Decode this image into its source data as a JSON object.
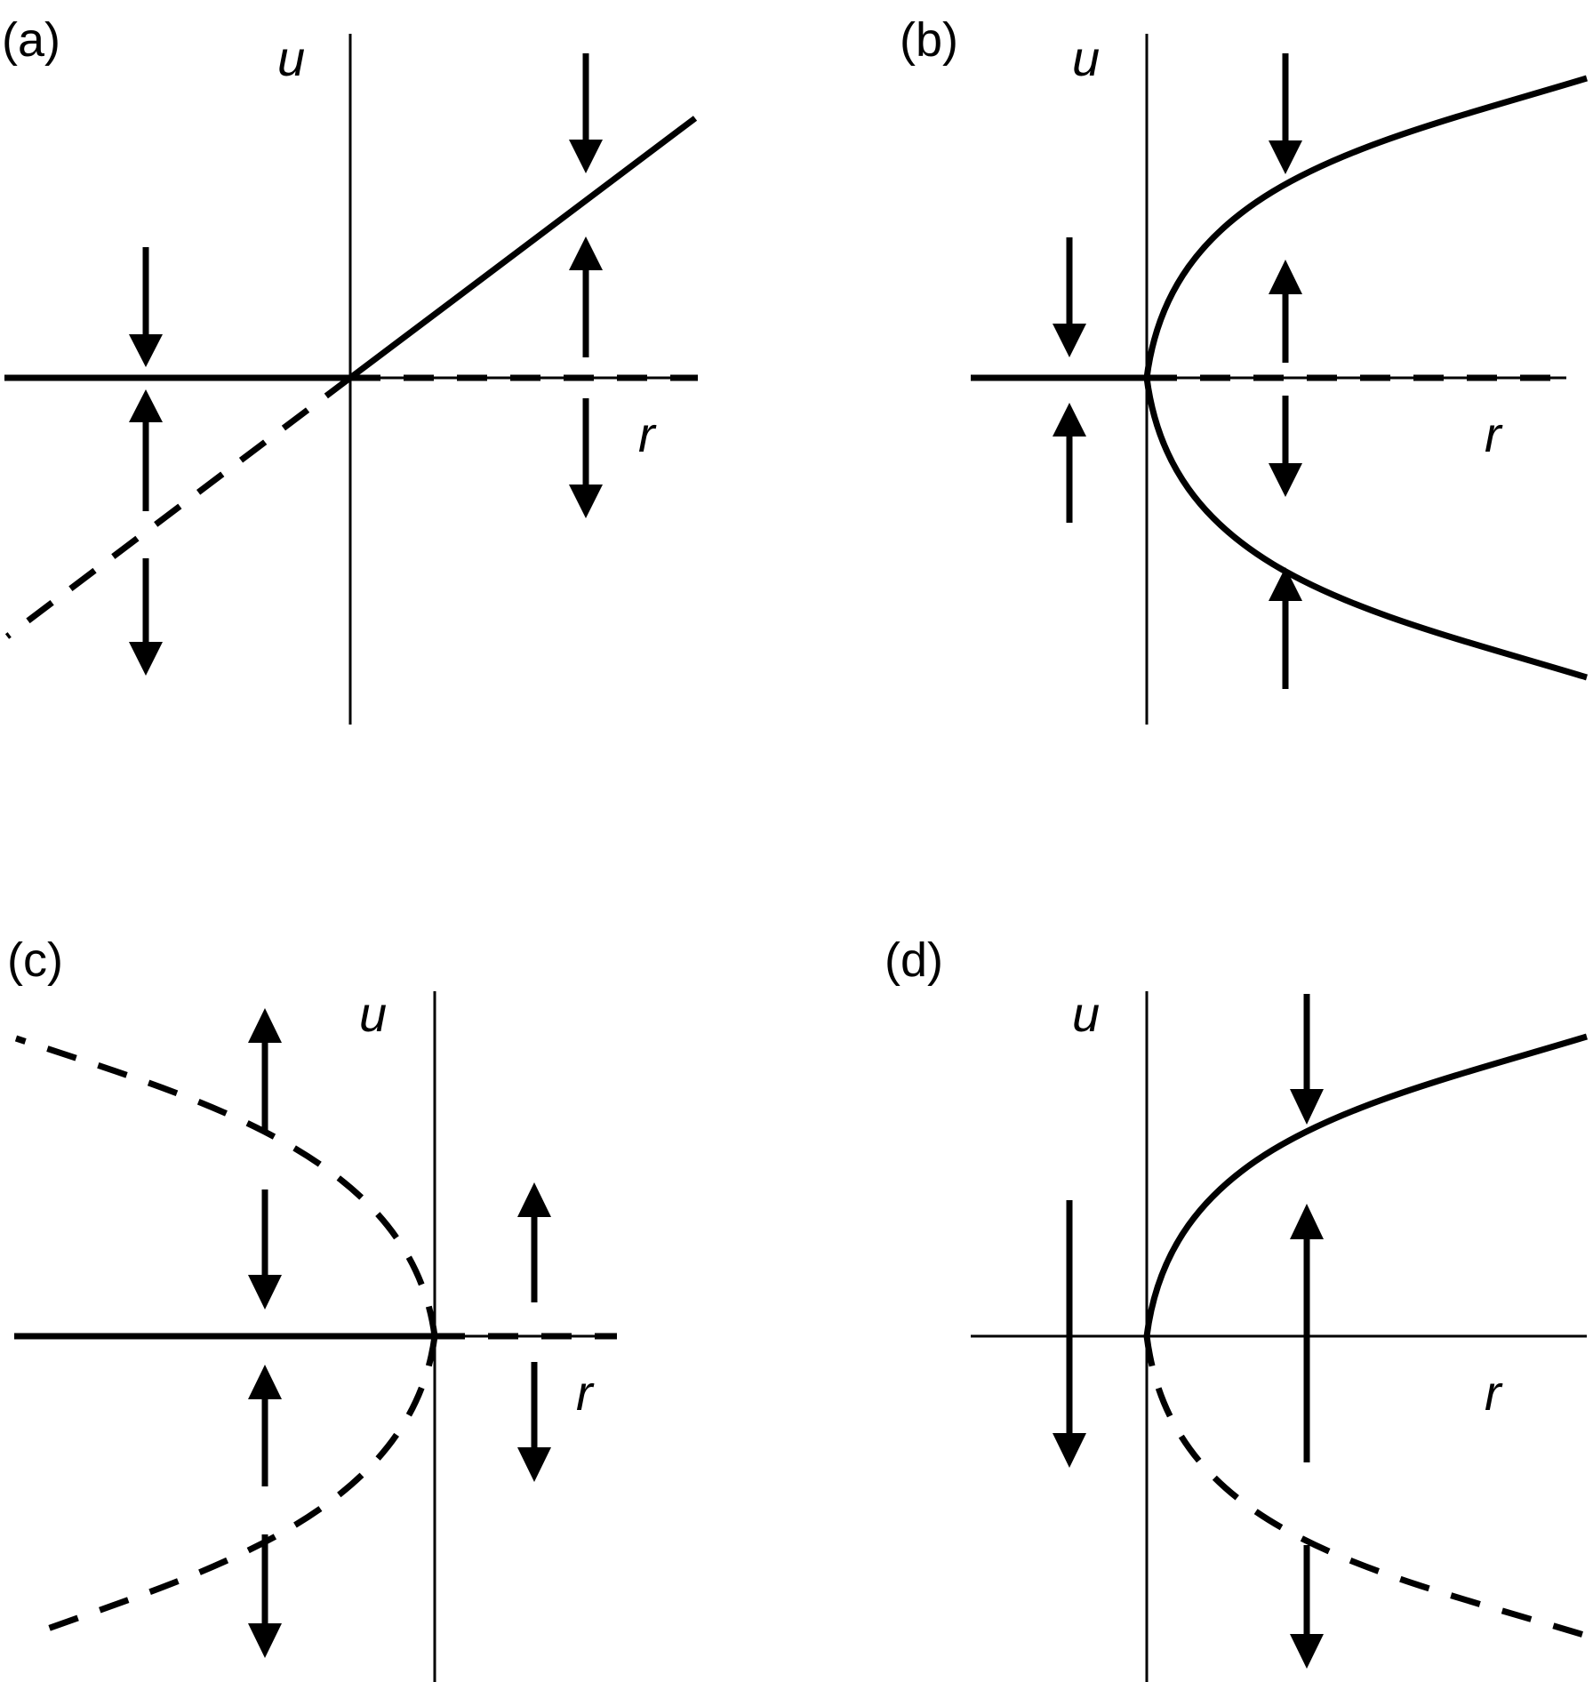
{
  "panels": [
    {
      "id": "a",
      "label": "(a)",
      "u_label": "u",
      "r_label": "r"
    },
    {
      "id": "b",
      "label": "(b)",
      "u_label": "u",
      "r_label": "r"
    },
    {
      "id": "c",
      "label": "(c)",
      "u_label": "u",
      "r_label": "r"
    },
    {
      "id": "d",
      "label": "(d)",
      "u_label": "u",
      "r_label": "r"
    }
  ]
}
